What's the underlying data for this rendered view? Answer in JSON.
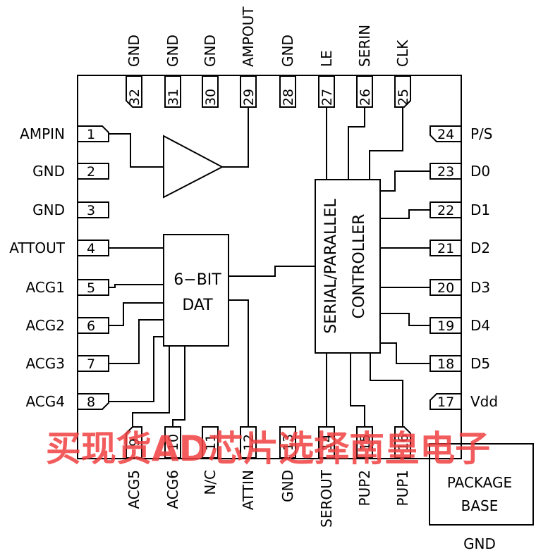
{
  "chip": {
    "pins_left": [
      {
        "num": "1",
        "name": "AMPIN"
      },
      {
        "num": "2",
        "name": "GND"
      },
      {
        "num": "3",
        "name": "GND"
      },
      {
        "num": "4",
        "name": "ATTOUT"
      },
      {
        "num": "5",
        "name": "ACG1"
      },
      {
        "num": "6",
        "name": "ACG2"
      },
      {
        "num": "7",
        "name": "ACG3"
      },
      {
        "num": "8",
        "name": "ACG4"
      }
    ],
    "pins_bottom": [
      {
        "num": "9",
        "name": "ACG5"
      },
      {
        "num": "10",
        "name": "ACG6"
      },
      {
        "num": "11",
        "name": "N/C"
      },
      {
        "num": "12",
        "name": "ATTIN"
      },
      {
        "num": "13",
        "name": "GND"
      },
      {
        "num": "14",
        "name": "SEROUT"
      },
      {
        "num": "15",
        "name": "PUP2"
      },
      {
        "num": "16",
        "name": "PUP1"
      }
    ],
    "pins_right": [
      {
        "num": "17",
        "name": "Vdd"
      },
      {
        "num": "18",
        "name": "D5"
      },
      {
        "num": "19",
        "name": "D4"
      },
      {
        "num": "20",
        "name": "D3"
      },
      {
        "num": "21",
        "name": "D2"
      },
      {
        "num": "22",
        "name": "D1"
      },
      {
        "num": "23",
        "name": "D0"
      },
      {
        "num": "24",
        "name": "P/S"
      }
    ],
    "pins_top": [
      {
        "num": "25",
        "name": "CLK"
      },
      {
        "num": "26",
        "name": "SERIN"
      },
      {
        "num": "27",
        "name": "LE"
      },
      {
        "num": "28",
        "name": "GND"
      },
      {
        "num": "29",
        "name": "AMPOUT"
      },
      {
        "num": "30",
        "name": "GND"
      },
      {
        "num": "31",
        "name": "GND"
      },
      {
        "num": "32",
        "name": "GND"
      }
    ]
  },
  "blocks": {
    "dat_line1": "6−BIT",
    "dat_line2": "DAT",
    "controller_line1": "SERIAL/PARALLEL",
    "controller_line2": "CONTROLLER"
  },
  "package": {
    "line1": "PACKAGE",
    "line2": "BASE",
    "ground_label": "GND"
  },
  "watermark": "买现货AD芯片选择南皇电子"
}
